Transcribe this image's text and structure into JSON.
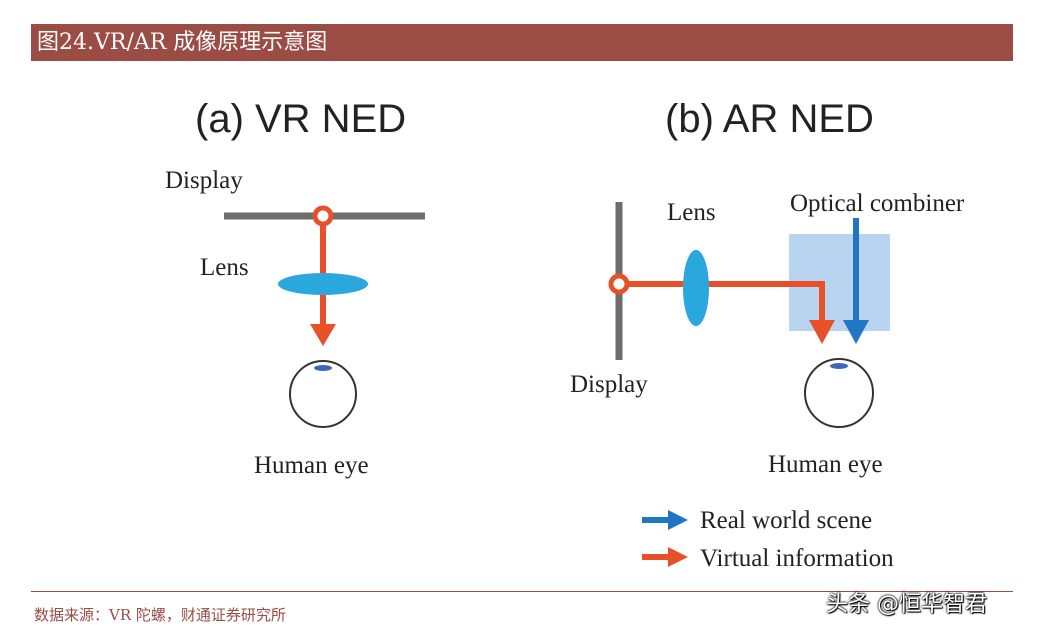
{
  "header": {
    "title": "图24.VR/AR 成像原理示意图"
  },
  "panel_a": {
    "title": "(a) VR NED",
    "display_label": "Display",
    "lens_label": "Lens",
    "eye_label": "Human eye"
  },
  "panel_b": {
    "title": "(b) AR NED",
    "lens_label": "Lens",
    "combiner_label": "Optical combiner",
    "display_label": "Display",
    "eye_label": "Human eye"
  },
  "legend": {
    "real": "Real world scene",
    "virtual": "Virtual information"
  },
  "footer": {
    "source": "数据来源：VR 陀螺，财通证券研究所",
    "watermark": "头条 @恒华智君"
  },
  "colors": {
    "header_bg": "#9b4c45",
    "virtual": "#e8502a",
    "real": "#1f77c4",
    "lens": "#2aa7dc",
    "combiner": "#b9d4f0",
    "display": "#6d6d6d"
  }
}
